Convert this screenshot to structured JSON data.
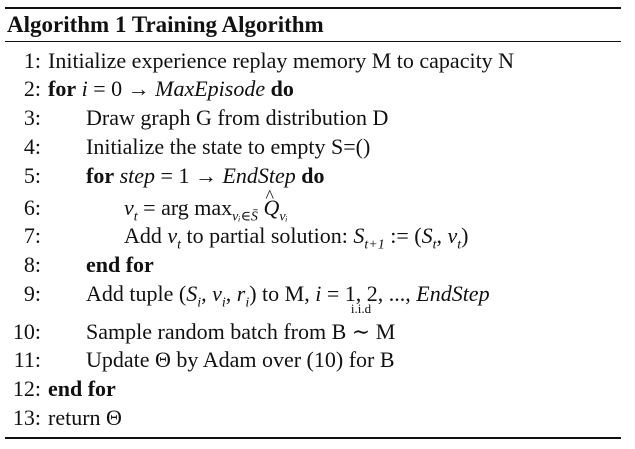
{
  "caption": {
    "label": "Algorithm 1",
    "title": "Training Algorithm"
  },
  "lines": [
    {
      "num": "1:",
      "text": "Initialize experience replay memory M to capacity N"
    },
    {
      "num": "2:",
      "kw_for": "for",
      "var": "i",
      "mid": " = 0 → ",
      "bound": "MaxEpisode",
      "kw_do": "do"
    },
    {
      "num": "3:",
      "text": "Draw graph G from distribution D"
    },
    {
      "num": "4:",
      "text": "Initialize the state to empty S=()"
    },
    {
      "num": "5:",
      "kw_for": "for",
      "var": "step",
      "mid": " = 1 → ",
      "bound": "EndStep",
      "kw_do": "do"
    },
    {
      "num": "6:",
      "lhs": "v",
      "lhs_sub": "t",
      "eq": " = arg max",
      "max_sub": "vᵢ∈S̄",
      "q": "Q",
      "q_sub": "vᵢ"
    },
    {
      "num": "7:",
      "pre": "Add ",
      "v": "v",
      "v_sub": "t",
      "mid": " to partial solution: ",
      "S": "S",
      "S_sub": "t+1",
      "assign": " := (",
      "S2": "S",
      "S2_sub": "t",
      "comma": ", ",
      "v2": "v",
      "v2_sub": "t",
      "close": ")"
    },
    {
      "num": "8:",
      "text": "end for"
    },
    {
      "num": "9:",
      "pre": "Add tuple (",
      "s": "S",
      "s_sub": "i",
      "c1": ", ",
      "v": "v",
      "v_sub": "i",
      "c2": ", ",
      "r": "r",
      "r_sub": "i",
      "post": ") to M, ",
      "i": "i",
      "range": " = 1, 2, ..., ",
      "end": "EndStep"
    },
    {
      "num": "10:",
      "pre": "Sample random batch from B ",
      "iid": "i.i.d",
      "tilde": "∼",
      "post": " M"
    },
    {
      "num": "11:",
      "text": "Update Θ by Adam over (10) for B"
    },
    {
      "num": "12:",
      "text": "end for"
    },
    {
      "num": "13:",
      "text": "return Θ"
    }
  ]
}
